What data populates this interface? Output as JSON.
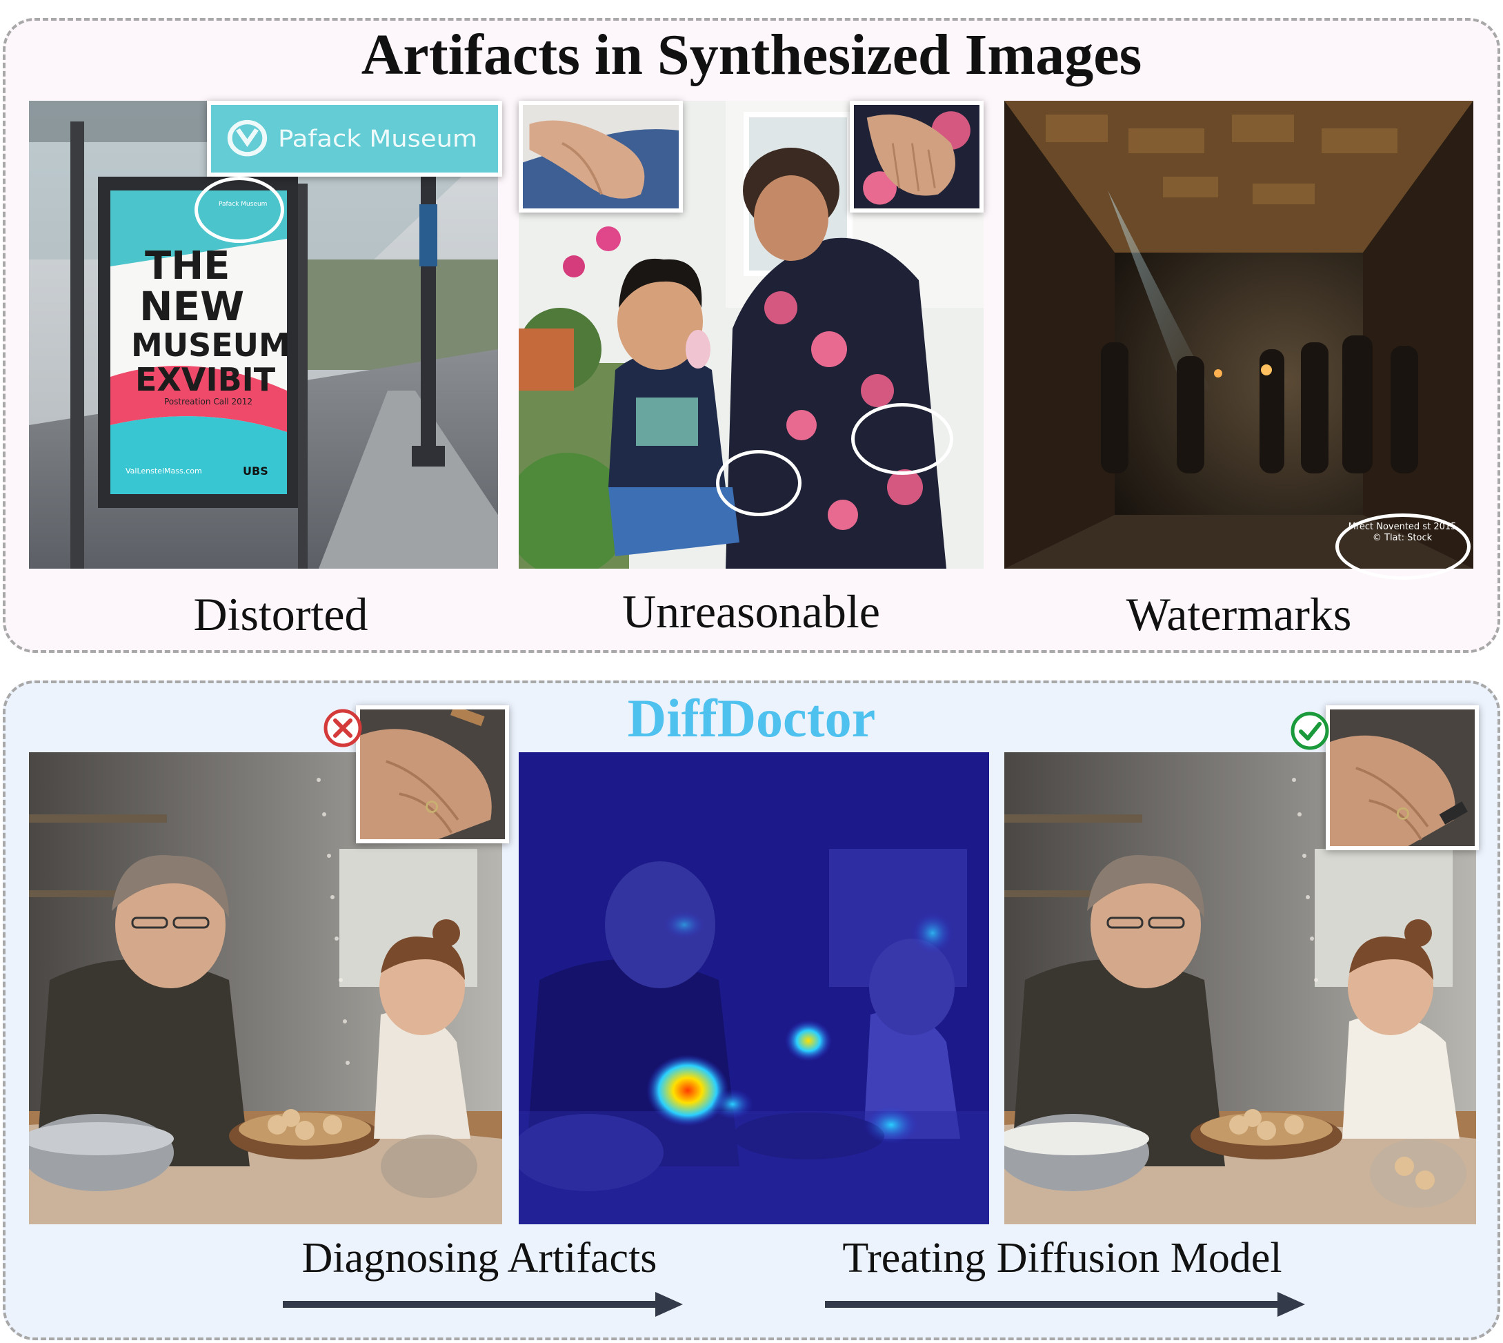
{
  "top_panel": {
    "title": "Artifacts in Synthesized Images",
    "captions": [
      "Distorted",
      "Unreasonable",
      "Watermarks"
    ],
    "poster": {
      "sign_text": "Pafack Museum",
      "lines": [
        "THE",
        "NEW",
        "MUSEUM",
        "EXVIBIT"
      ],
      "subline": "Postreation Call 2012",
      "footer_left": "ValLenstelMass.com",
      "footer_right": "UBS"
    },
    "watermark_text_line1": "Mrect Novented st 2015",
    "watermark_text_line2": "© Tlat: Stock"
  },
  "bottom_panel": {
    "title": "DiffDoctor",
    "labels": [
      "Diagnosing Artifacts",
      "Treating Diffusion Model"
    ],
    "icons": [
      "cross-icon",
      "check-icon"
    ],
    "colors": {
      "cross": "#d43a3a",
      "check": "#1b9a3c",
      "title": "#4fc1ee",
      "arrow": "#333a4a"
    }
  }
}
